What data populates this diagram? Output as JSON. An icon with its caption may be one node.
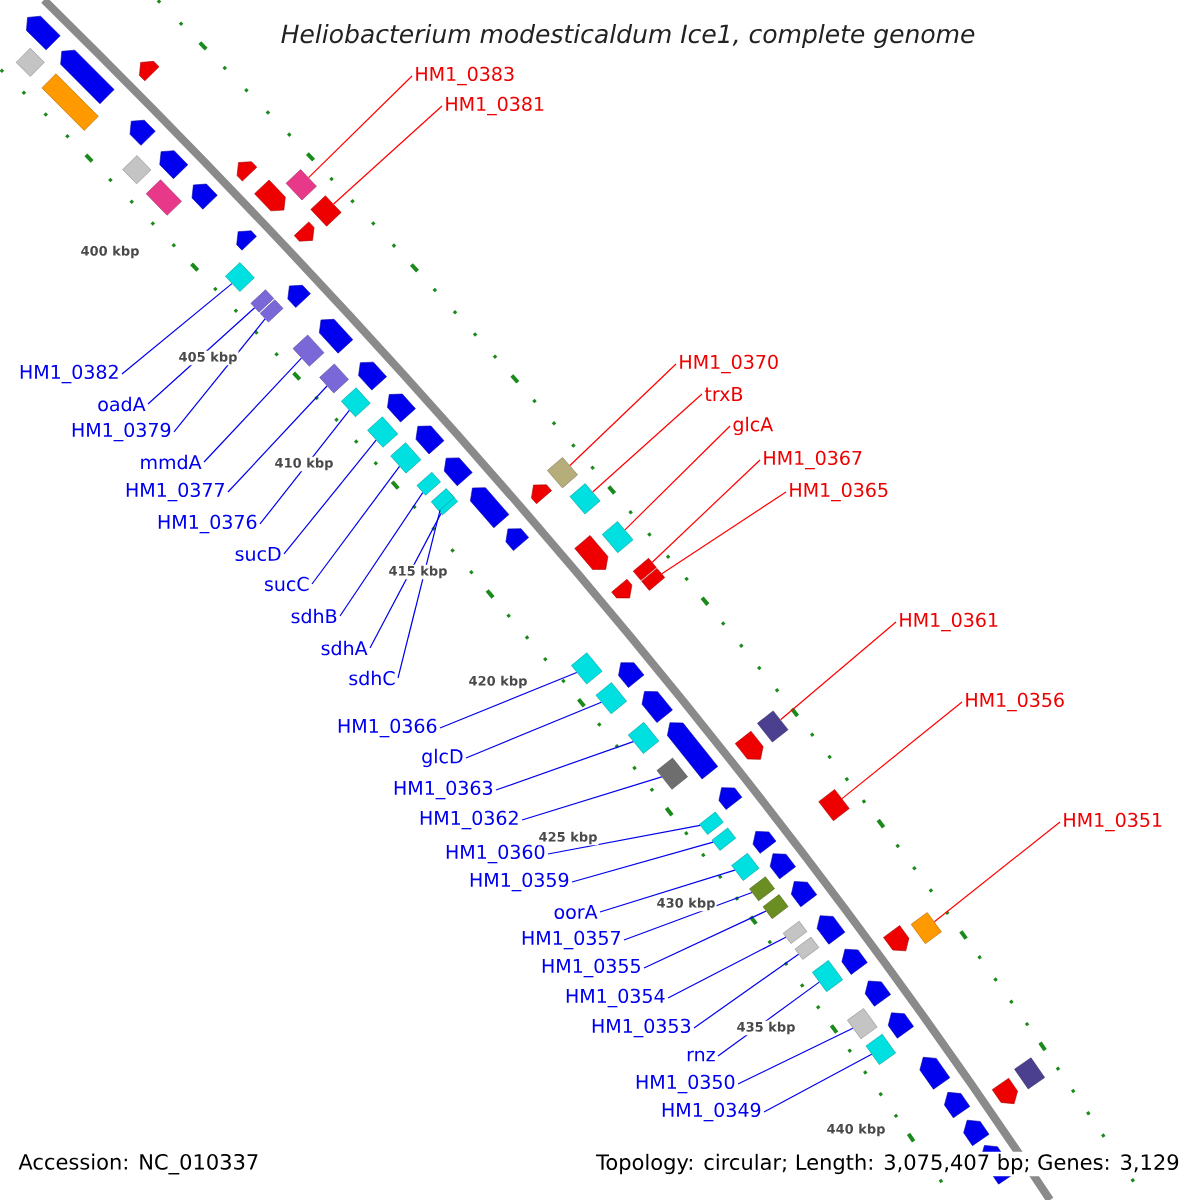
{
  "diagram": {
    "title": "Heliobacterium modesticaldum Ice1, complete genome",
    "nodes": [
      {
        "text": [
          "HM1_0383"
        ]
      },
      {
        "text": [
          "HM1_0381"
        ]
      },
      {
        "text": [
          "HM1_0370"
        ]
      },
      {
        "text": [
          "HM1_0382"
        ]
      },
      {
        "text": [
          "trxB"
        ]
      },
      {
        "text": [
          "oadA"
        ]
      },
      {
        "text": [
          "glcA"
        ]
      },
      {
        "text": [
          "HM1_0379"
        ]
      },
      {
        "text": [
          "HM1_0367"
        ]
      },
      {
        "text": [
          "mmdA"
        ]
      },
      {
        "text": [
          "HM1_0377"
        ]
      },
      {
        "text": [
          "HM1_0365"
        ]
      },
      {
        "text": [
          "HM1_0376"
        ]
      },
      {
        "text": [
          "sucD"
        ]
      },
      {
        "text": [
          "sucC"
        ]
      },
      {
        "text": [
          "sdhB"
        ]
      },
      {
        "text": [
          "HM1_0361"
        ]
      },
      {
        "text": [
          "sdhA"
        ]
      },
      {
        "text": [
          "sdhC"
        ]
      },
      {
        "text": [
          "HM1_0356"
        ]
      },
      {
        "text": [
          "HM1_0366"
        ]
      },
      {
        "text": [
          "glcD"
        ]
      },
      {
        "text": [
          "HM1_0363"
        ]
      },
      {
        "text": [
          "HM1_0362"
        ]
      },
      {
        "text": [
          "HM1_0351"
        ]
      },
      {
        "text": [
          "HM1_0360"
        ]
      },
      {
        "text": [
          "HM1_0359"
        ]
      },
      {
        "text": [
          "oorA"
        ]
      },
      {
        "text": [
          "HM1_0357"
        ]
      },
      {
        "text": [
          "HM1_0355"
        ]
      },
      {
        "text": [
          "HM1_0354"
        ]
      },
      {
        "text": [
          "HM1_0353"
        ]
      },
      {
        "text": [
          "rnz"
        ]
      },
      {
        "text": [
          "HM1_0350"
        ]
      },
      {
        "text": [
          "HM1_0349"
        ]
      },
      {
        "text": [],
        "shape": "diamond"
      },
      {
        "text": [],
        "shape": "diamond"
      },
      {
        "text": [],
        "shape": "diamond"
      },
      {
        "text": [],
        "shape": "diamond"
      },
      {
        "text": [],
        "shape": "diamond"
      },
      {
        "text": [],
        "shape": "diamond"
      },
      {
        "text": [],
        "shape": "diamond"
      },
      {
        "text": [],
        "shape": "diamond"
      },
      {
        "text": [],
        "shape": "diamond"
      },
      {
        "text": [],
        "shape": "diamond"
      },
      {
        "text": [],
        "shape": "diamond"
      },
      {
        "text": [],
        "shape": "diamond"
      },
      {
        "text": [],
        "shape": "diamond"
      },
      {
        "text": [],
        "shape": "diamond"
      },
      {
        "text": [],
        "shape": "diamond"
      },
      {
        "text": [],
        "shape": "diamond"
      },
      {
        "text": [],
        "shape": "diamond"
      },
      {
        "text": [],
        "shape": "diamond"
      },
      {
        "text": [],
        "shape": "diamond"
      },
      {
        "text": [],
        "shape": "diamond"
      },
      {
        "text": [],
        "shape": "diamond"
      },
      {
        "text": [],
        "shape": "diamond"
      },
      {
        "text": [],
        "shape": "diamond"
      },
      {
        "text": [],
        "shape": "diamond"
      },
      {
        "text": [],
        "shape": "diamond"
      },
      {
        "text": [],
        "shape": "diamond"
      },
      {
        "text": [],
        "shape": "diamond"
      },
      {
        "text": [],
        "shape": "diamond"
      },
      {
        "text": [],
        "shape": "diamond"
      },
      {
        "text": [],
        "shape": "diamond"
      },
      {
        "text": [],
        "shape": "diamond"
      },
      {
        "text": [],
        "shape": "diamond"
      },
      {
        "text": [],
        "shape": "diamond"
      },
      {
        "text": [],
        "shape": "diamond"
      },
      {
        "text": [],
        "shape": "diamond"
      },
      {
        "text": [],
        "shape": "arrow"
      },
      {
        "text": [],
        "shape": "arrow"
      },
      {
        "text": [],
        "shape": "arrow"
      },
      {
        "text": [],
        "shape": "arrow"
      },
      {
        "text": [],
        "shape": "arrow"
      },
      {
        "text": [],
        "shape": "arrow"
      },
      {
        "text": [],
        "shape": "arrow"
      },
      {
        "text": [],
        "shape": "arrow"
      },
      {
        "text": [],
        "shape": "arrow"
      },
      {
        "text": [],
        "shape": "arrow"
      },
      {
        "text": [],
        "shape": "arrow"
      },
      {
        "text": [],
        "shape": "arrow"
      },
      {
        "text": [],
        "shape": "arrow"
      },
      {
        "text": [],
        "shape": "arrow"
      },
      {
        "text": [],
        "shape": "arrow"
      },
      {
        "text": [],
        "shape": "arrow"
      },
      {
        "text": [],
        "shape": "arrow"
      },
      {
        "text": [],
        "shape": "arrow"
      },
      {
        "text": [],
        "shape": "arrow"
      },
      {
        "text": [],
        "shape": "arrow"
      },
      {
        "text": [],
        "shape": "arrow"
      },
      {
        "text": [],
        "shape": "arrow"
      },
      {
        "text": [],
        "shape": "arrow"
      },
      {
        "text": [],
        "shape": "arrow"
      },
      {
        "text": [],
        "shape": "arrow"
      },
      {
        "text": [],
        "shape": "arrow"
      },
      {
        "text": [],
        "shape": "arrow"
      },
      {
        "text": [],
        "shape": "arrow"
      },
      {
        "text": [],
        "shape": "arrow"
      },
      {
        "text": [],
        "shape": "diamond"
      },
      {
        "text": [],
        "shape": "diamond"
      },
      {
        "text": [],
        "shape": "diamond"
      },
      {
        "text": [],
        "shape": "diamond"
      },
      {
        "text": [],
        "shape": "arrow"
      },
      {
        "text": [],
        "shape": "arrow"
      },
      {
        "text": [],
        "shape": "arrow"
      },
      {
        "text": [],
        "shape": "arrow"
      },
      {
        "text": [],
        "shape": "arrow"
      },
      {
        "text": [],
        "shape": "arrow"
      },
      {
        "text": [],
        "shape": "arrow"
      },
      {
        "text": [],
        "shape": "arrow"
      },
      {
        "text": [],
        "shape": "arrow"
      },
      {
        "text": [],
        "shape": "arrow"
      },
      {
        "text": [],
        "shape": "diamond"
      }
    ],
    "edges": [
      {
        "from": 0,
        "to": 35,
        "arrow": "none",
        "color": "#ff0000"
      },
      {
        "from": 1,
        "to": 36,
        "arrow": "none",
        "color": "#ff0000"
      },
      {
        "from": 2,
        "to": 37,
        "arrow": "none",
        "color": "#ff0000"
      },
      {
        "from": 3,
        "to": 38,
        "arrow": "none"
      },
      {
        "from": 4,
        "to": 39,
        "arrow": "none",
        "color": "#ff0000"
      },
      {
        "from": 5,
        "to": 40,
        "arrow": "none"
      },
      {
        "from": 6,
        "to": 41,
        "arrow": "none",
        "color": "#ff0000"
      },
      {
        "from": 7,
        "to": 42,
        "arrow": "none"
      },
      {
        "from": 8,
        "to": 43,
        "arrow": "none",
        "color": "#ff0000"
      },
      {
        "from": 9,
        "to": 44,
        "arrow": "none"
      },
      {
        "from": 10,
        "to": 45,
        "arrow": "none"
      },
      {
        "from": 11,
        "to": 46,
        "arrow": "none",
        "color": "#ff0000"
      },
      {
        "from": 12,
        "to": 47,
        "arrow": "none"
      },
      {
        "from": 13,
        "to": 48,
        "arrow": "none"
      },
      {
        "from": 14,
        "to": 49,
        "arrow": "none"
      },
      {
        "from": 15,
        "to": 50,
        "arrow": "none"
      },
      {
        "from": 16,
        "to": 51,
        "arrow": "none",
        "color": "#ff0000"
      },
      {
        "from": 17,
        "to": 52,
        "arrow": "none"
      },
      {
        "from": 18,
        "to": 53,
        "arrow": "none"
      },
      {
        "from": 19,
        "to": 54,
        "arrow": "none",
        "color": "#ff0000"
      },
      {
        "from": 20,
        "to": 55,
        "arrow": "none"
      },
      {
        "from": 21,
        "to": 56,
        "arrow": "none"
      },
      {
        "from": 22,
        "to": 57,
        "arrow": "none"
      },
      {
        "from": 23,
        "to": 58,
        "arrow": "none"
      },
      {
        "from": 24,
        "to": 59,
        "arrow": "none",
        "color": "#ff0000"
      },
      {
        "from": 25,
        "to": 60,
        "arrow": "none"
      },
      {
        "from": 26,
        "to": 61,
        "arrow": "none"
      },
      {
        "from": 27,
        "to": 62,
        "arrow": "none"
      },
      {
        "from": 28,
        "to": 63,
        "arrow": "none"
      },
      {
        "from": 29,
        "to": 64,
        "arrow": "none"
      },
      {
        "from": 30,
        "to": 65,
        "arrow": "none"
      },
      {
        "from": 31,
        "to": 66,
        "arrow": "none"
      },
      {
        "from": 32,
        "to": 67,
        "arrow": "none"
      },
      {
        "from": 33,
        "to": 68,
        "arrow": "none"
      },
      {
        "from": 34,
        "to": 69,
        "arrow": "none"
      }
    ],
    "labels": [
      "400 kbp",
      "405 kbp",
      "410 kbp",
      "415 kbp",
      "420 kbp",
      "425 kbp",
      "430 kbp",
      "435 kbp",
      "440 kbp",
      "Accession: NC_010337",
      "Topology: circular; Length: 3,075,407 bp; Genes: 3,129"
    ]
  }
}
